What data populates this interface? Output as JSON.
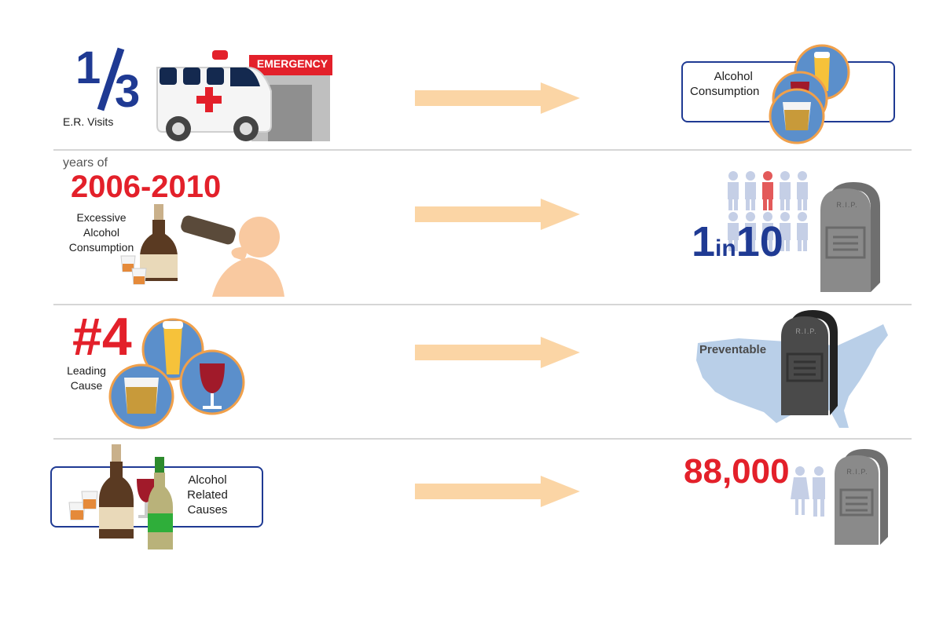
{
  "rows": [
    {
      "left": {
        "fraction_num": "1",
        "fraction_den": "3",
        "label": "E.R. Visits",
        "sign_text": "EMERGENCY"
      },
      "right": {
        "label_line1": "Alcohol",
        "label_line2": "Consumption"
      }
    },
    {
      "left": {
        "prefix": "years of",
        "years": "2006-2010",
        "label_line1": "Excessive",
        "label_line2": "Alcohol",
        "label_line3": "Consumption"
      },
      "right": {
        "ratio_a": "1",
        "ratio_in": "in",
        "ratio_b": "10",
        "tomb_text": "R.I.P."
      }
    },
    {
      "left": {
        "rank": "#4",
        "label_line1": "Leading",
        "label_line2": "Cause"
      },
      "right": {
        "label": "Preventable",
        "tomb_text": "R.I.P."
      }
    },
    {
      "left": {
        "label_line1": "Alcohol",
        "label_line2": "Related",
        "label_line3": "Causes"
      },
      "right": {
        "count": "88,000",
        "tomb_text": "R.I.P."
      }
    }
  ],
  "colors": {
    "navy": "#1f3a93",
    "red": "#e3202a",
    "arrow": "#fbd5a5",
    "glass_ring": "#f0a04b",
    "glass_fill": "#5b8fcb",
    "tomb": "#8a8a8a",
    "map": "#b9cfe8",
    "people": "#c5cfe6",
    "divider": "#d6d6d6"
  },
  "icons": [
    "ambulance-icon",
    "emergency-building-icon",
    "beer-glass-icon",
    "wine-glass-icon",
    "shot-glass-icon",
    "whiskey-bottle-icon",
    "drinking-face-icon",
    "people-icon",
    "tombstone-icon",
    "usa-map-icon",
    "wine-bottle-icon",
    "couple-icon",
    "arrow-right-icon"
  ]
}
